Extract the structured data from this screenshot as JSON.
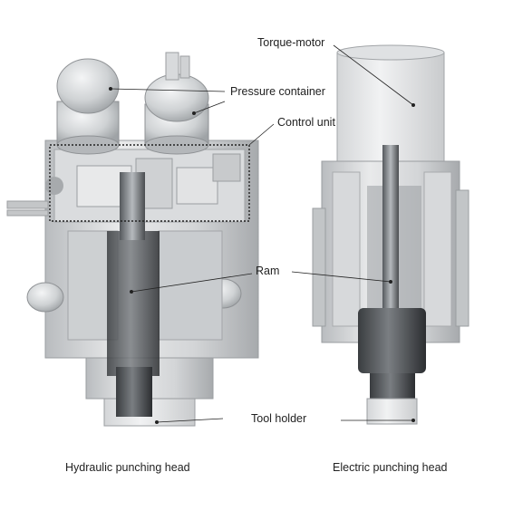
{
  "labels": {
    "torque_motor": "Torque-motor",
    "pressure_container": "Pressure container",
    "control_unit": "Control unit",
    "ram": "Ram",
    "tool_holder": "Tool holder"
  },
  "captions": {
    "hydraulic": "Hydraulic punching head",
    "electric": "Electric punching head"
  }
}
